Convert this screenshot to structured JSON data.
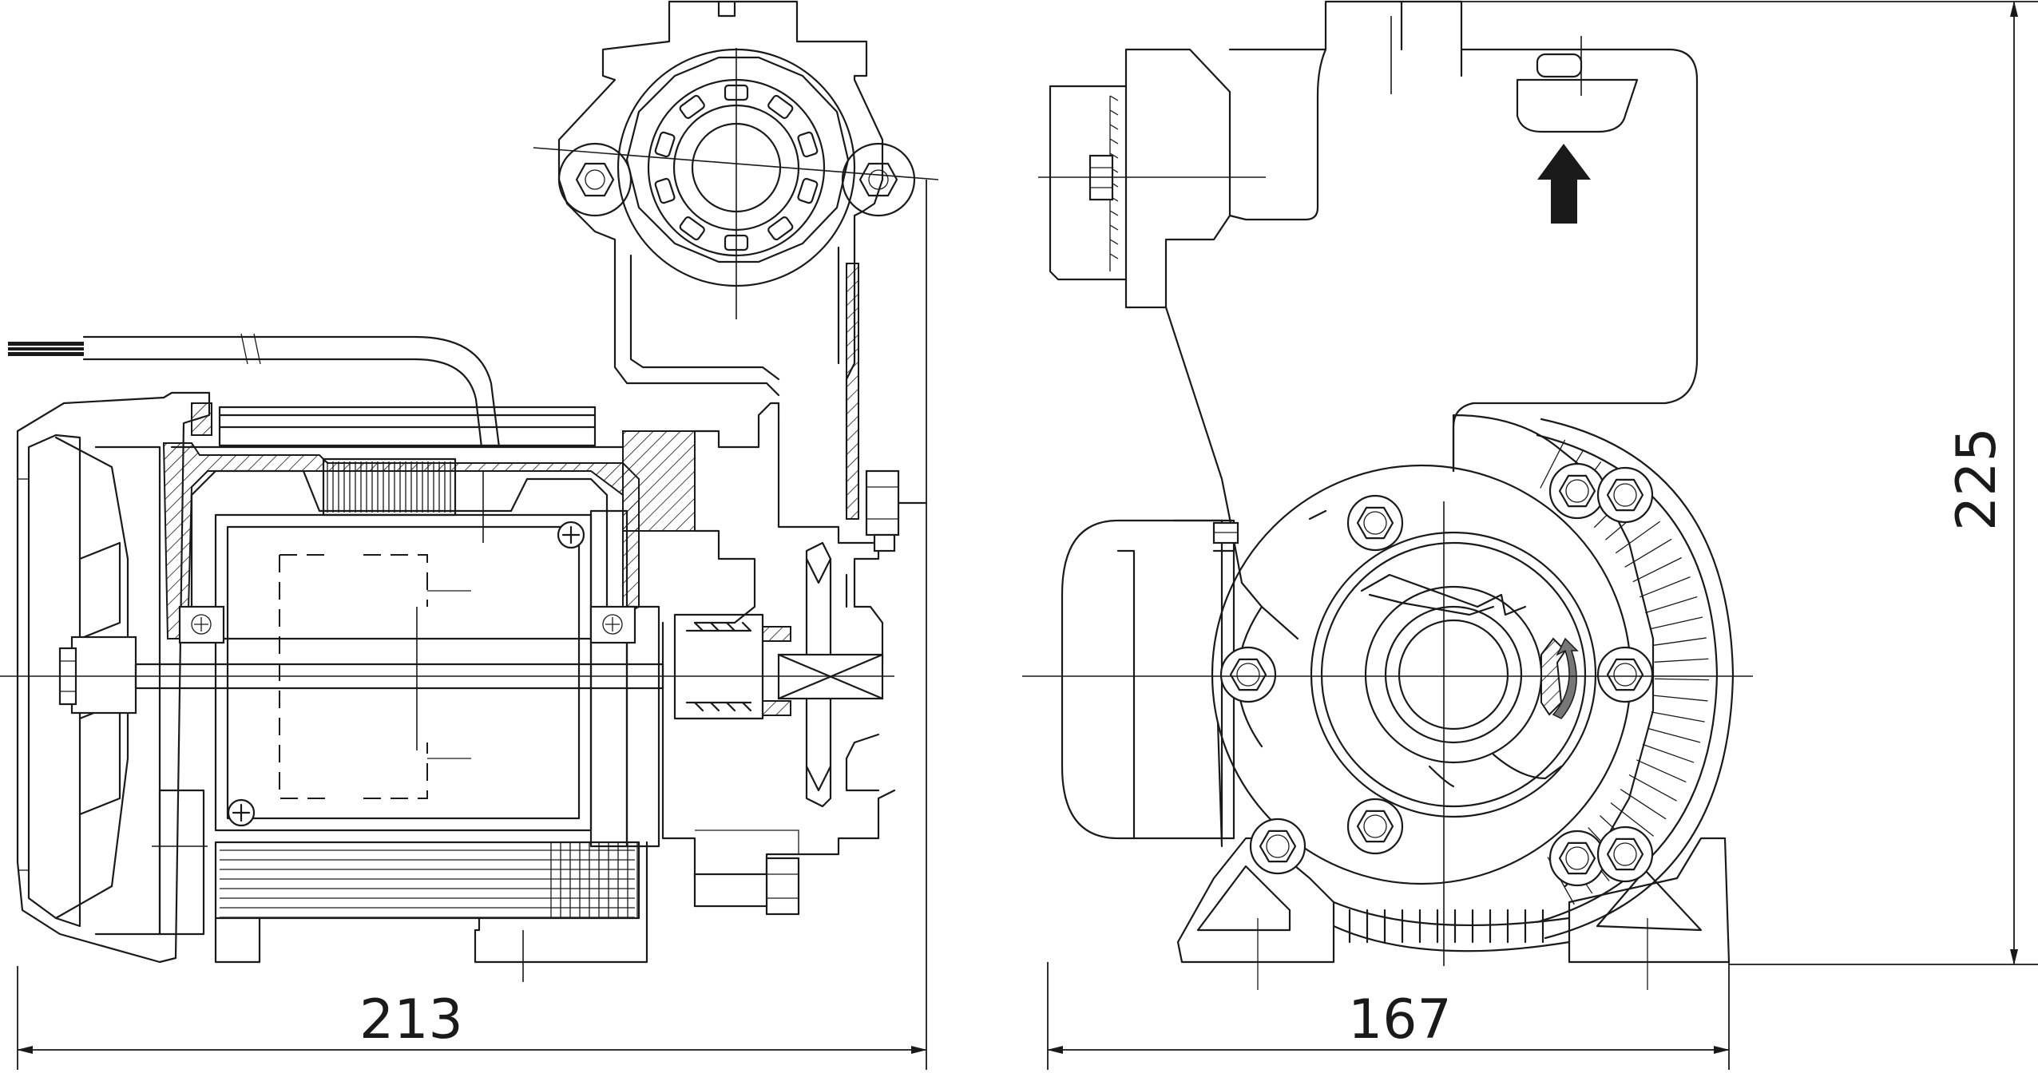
{
  "dimensions": {
    "side_view_width": "213",
    "front_view_width": "167",
    "overall_height": "225"
  },
  "views": [
    "side-section-view",
    "front-view"
  ]
}
